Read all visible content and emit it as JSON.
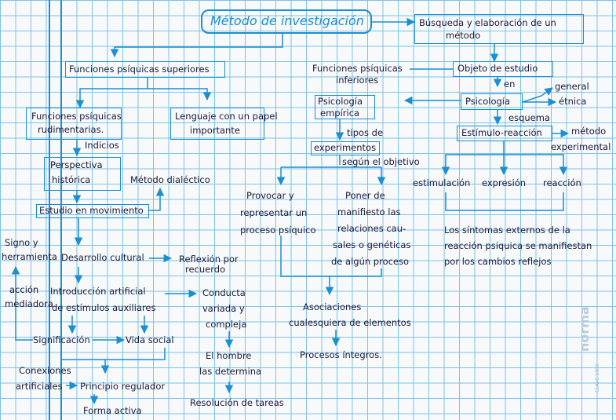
{
  "title": "Método de investigación",
  "nodes": {
    "busqueda": "Búsqueda y elaboración de un",
    "busqueda2": "método",
    "funciones_sup": "Funciones psíquicas superiores",
    "funciones_inf": "Funciones psíquicas",
    "funciones_inf2": "inferiores",
    "objeto": "Objeto de estudio",
    "en": "en",
    "general": "general",
    "etnica": "étnica",
    "psicologia": "Psicología",
    "esquema": "esquema",
    "estimulo": "Estímulo-reacción",
    "metodo_exp": "método",
    "metodo_exp2": "experimental",
    "rudimentarias": "Funciones psíquicas",
    "rudimentarias2": "rudimentarias.",
    "lenguaje": "Lenguaje con un papel",
    "lenguaje2": "importante",
    "indicios": "Indicios",
    "psico_emp": "Psicología",
    "psico_emp2": "empírica",
    "tipos": "tipos de",
    "experimentos": "experimentos",
    "segun": "según el objetivo",
    "perspectiva": "Perspectiva",
    "perspectiva2": "histórica",
    "dialectico": "Método dialéctico",
    "estudio": "Estudio en movimiento",
    "provocar1": "Provocar y",
    "provocar2": "representar un",
    "provocar3": "proceso psíquico",
    "poner1": "Poner de",
    "poner2": "manifiesto las",
    "poner3": "relaciones cau-",
    "poner4": "sales o genéticas",
    "poner5": "de algún proceso",
    "estimulacion": "estimulación",
    "expresion": "expresión",
    "reaccion": "reacción",
    "sintomas1": "Los síntomas externos de la",
    "sintomas2": "reacción psíquica se manifiestan",
    "sintomas3": "por los cambios reflejos",
    "signo1": "Signo y",
    "signo2": "herramienta",
    "desarrollo": "Desarrollo cultural",
    "reflexion1": "Reflexión por",
    "reflexion2": "recuerdo",
    "accion1": "acción",
    "accion2": "mediadora",
    "introduccion1": "Introducción artificial",
    "introduccion2": "de estímulos auxiliares",
    "conducta1": "Conducta",
    "conducta2": "variada y",
    "conducta3": "compleja",
    "significacion": "Significación",
    "vida": "Vida social",
    "hombre1": "El hombre",
    "hombre2": "las determina",
    "asociaciones1": "Asociaciones",
    "asociaciones2": "cualesquiera de elementos",
    "procesos": "Procesos íntegros.",
    "conexiones1": "Conexiones",
    "conexiones2": "artificiales",
    "principio": "Principio regulador",
    "forma": "Forma activa",
    "resolucion": "Resolución de tareas"
  },
  "branding": {
    "brand": "norma",
    "code": "CLAVE 1390"
  },
  "colors": {
    "ink": "#1b1b3a",
    "accent": "#1a8fd1",
    "grid": "#7ec3e6"
  }
}
